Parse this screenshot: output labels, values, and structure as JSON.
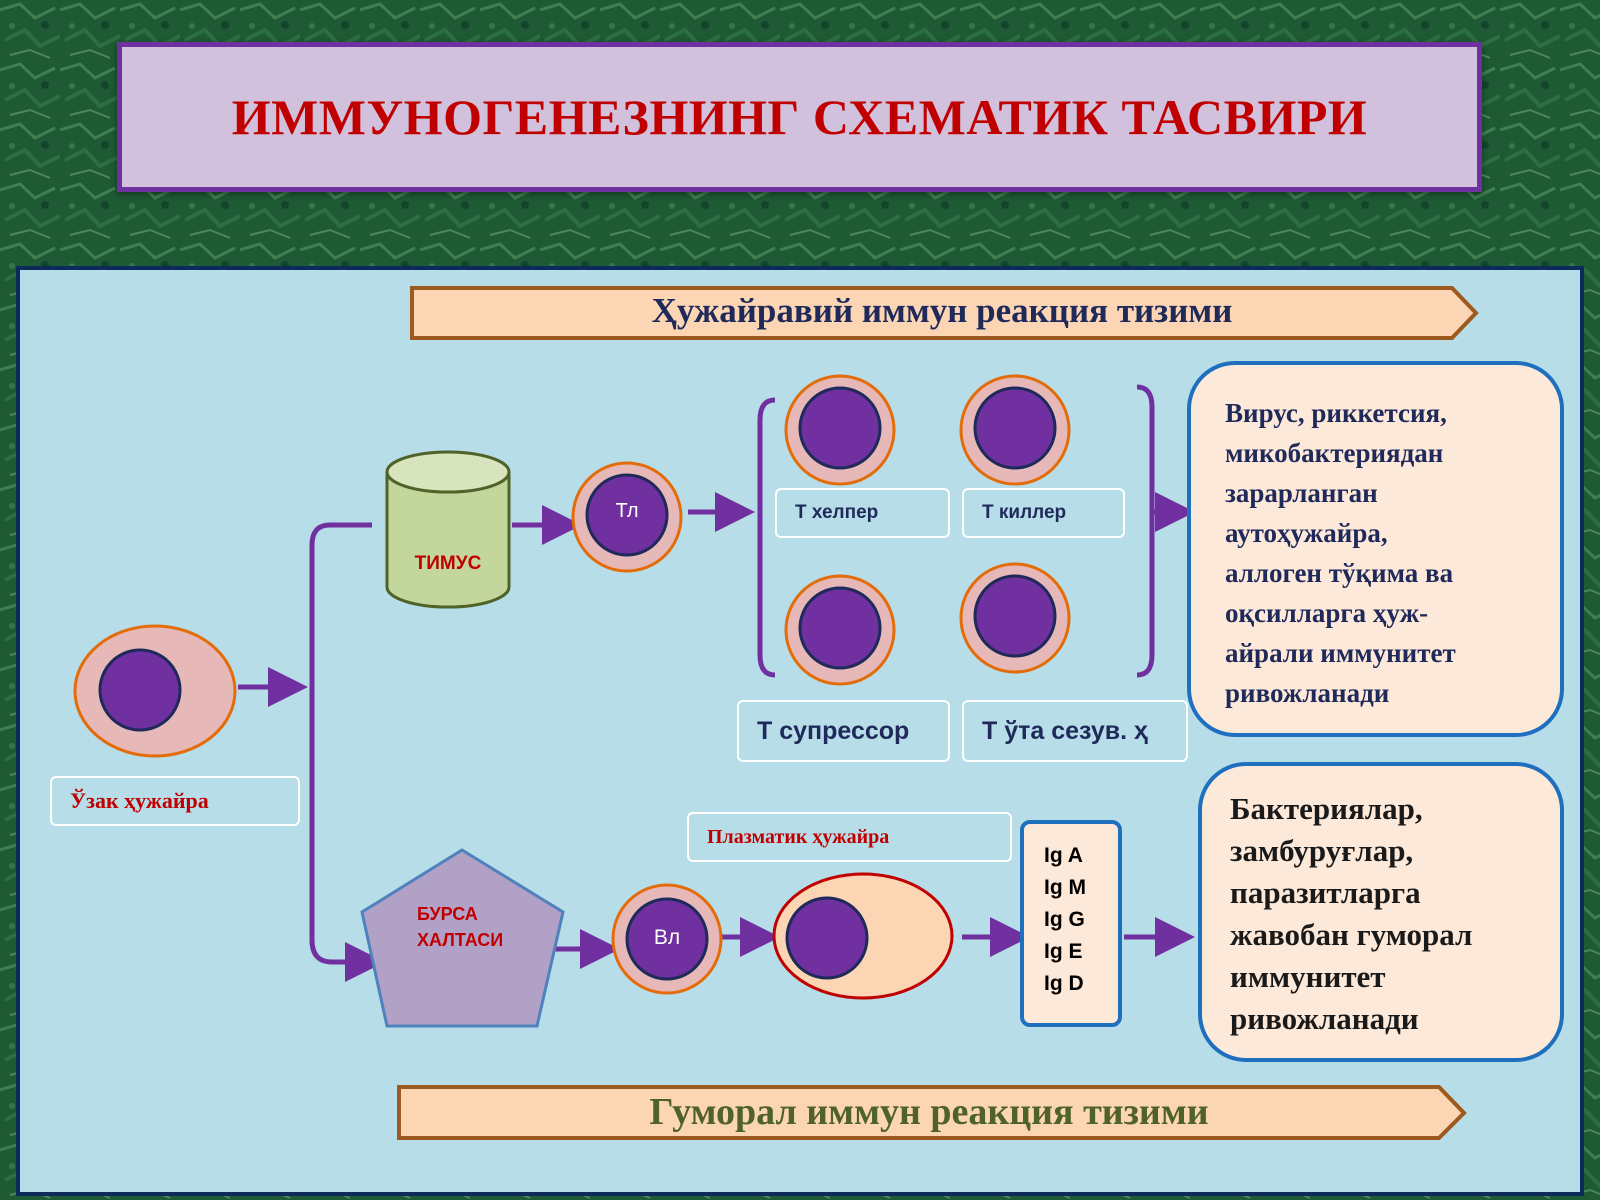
{
  "title": "ИММУНОГЕНЕЗНИНГ СХЕМАТИК ТАСВИРИ",
  "banners": {
    "cellular": "Ҳужайравий иммун реакция тизими",
    "humoral": "Гуморал иммун реакция тизими"
  },
  "organs": {
    "thymus": "ТИМУС",
    "bursa_line1": "БУРСА",
    "bursa_line2": "ХАЛТАСИ"
  },
  "cells": {
    "stem": "Ўзак ҳужайра",
    "t_lymph": "Тл",
    "b_lymph": "Вл",
    "t_helper": "Т хелпер",
    "t_killer": "Т киллер",
    "t_suppressor": "Т супрессор",
    "t_memory": "Т ўта сезув. ҳ",
    "plasma": "Плазматик ҳужайра"
  },
  "immunoglobulins": [
    "Ig A",
    "Ig M",
    "Ig G",
    "Ig E",
    "Ig D"
  ],
  "outcomes": {
    "cellular": [
      "Вирус, риккетсия,",
      "микобактериядан",
      "зарарланган",
      "аутоҳужайра,",
      "аллоген тўқима ва",
      "оқсилларга ҳуж-",
      "айрали иммунитет",
      "ривожланади"
    ],
    "humoral": [
      "Бактериялар,",
      "замбуруғлар,",
      "паразитларга",
      "жавобан гуморал",
      "иммунитет",
      "ривожланади"
    ]
  },
  "colors": {
    "title_text": "#c00000",
    "title_border": "#7030a0",
    "arrow": "#7030a0",
    "nucleus": "#7030a0",
    "cell_body": "#e6b9b8",
    "cell_outline": "#e36c09",
    "thymus_fill": "#c3d69b",
    "bursa_fill": "#b2a1c7",
    "outcome_border": "#1f6fbf",
    "panel_bg": "#b7dde8"
  }
}
